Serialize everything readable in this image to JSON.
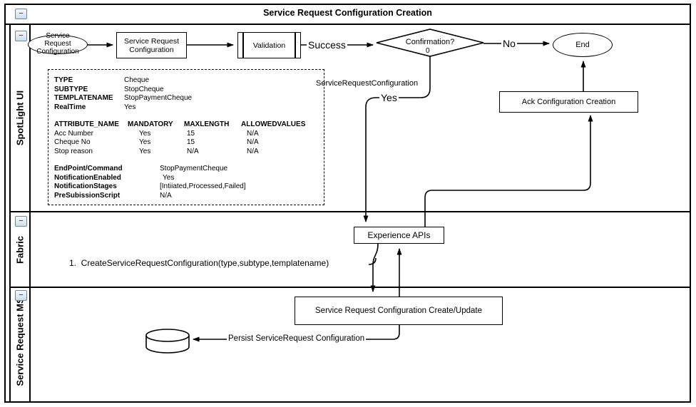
{
  "title": "Service Request Configuration Creation",
  "icons": {
    "collapse": "−",
    "database": "cylinder"
  },
  "colors": {
    "line": "#000000",
    "background": "#ffffff",
    "collapse_button_border": "#6e87a0",
    "collapse_button_fill": "#dde7f0"
  },
  "lanes": [
    {
      "label": "SpotLight UI"
    },
    {
      "label": "Fabric"
    },
    {
      "label": "Service Request MS"
    }
  ],
  "flow": {
    "start": "Service Request Configuration",
    "step1": "Service Request Configuration",
    "validation": "Validation",
    "success_label": "Success",
    "decision": "Confirmation?",
    "decision_port": "0",
    "no_label": "No",
    "end": "End",
    "yes_label": "Yes",
    "yes_payload": "ServiceRequestConfiguration",
    "ack": "Ack Configuration Creation"
  },
  "config_box": {
    "fields": [
      {
        "label": "TYPE",
        "value": "Cheque"
      },
      {
        "label": "SUBTYPE",
        "value": "StopCheque"
      },
      {
        "label": "TEMPLATENAME",
        "value": "StopPaymentCheque"
      },
      {
        "label": "RealTime",
        "value": "Yes"
      }
    ],
    "attr_headers": [
      "ATTRIBUTE_NAME",
      "MANDATORY",
      "MAXLENGTH",
      "ALLOWEDVALUES"
    ],
    "attributes": [
      {
        "name": "Acc Number",
        "mandatory": "Yes",
        "maxlength": "15",
        "allowed": "N/A"
      },
      {
        "name": "Cheque No",
        "mandatory": "Yes",
        "maxlength": "15",
        "allowed": "N/A"
      },
      {
        "name": "Stop reason",
        "mandatory": "Yes",
        "maxlength": "N/A",
        "allowed": "N/A"
      }
    ],
    "settings": [
      {
        "label": "EndPoint/Command",
        "value": "StopPaymentCheque"
      },
      {
        "label": "NotificationEnabled",
        "value": "Yes"
      },
      {
        "label": "NotificationStages",
        "value": "[Intiiated,Processed,Failed]"
      },
      {
        "label": "PreSubissionScript",
        "value": "N/A"
      }
    ]
  },
  "fabric": {
    "api_box": "Experience APIs",
    "call_note": "1.  CreateServiceRequestConfiguration(type,subtype,templatename)"
  },
  "service_ms": {
    "process_box": "Service Request Configuration Create/Update",
    "persist_label": "Persist ServiceRequest Configuration"
  }
}
